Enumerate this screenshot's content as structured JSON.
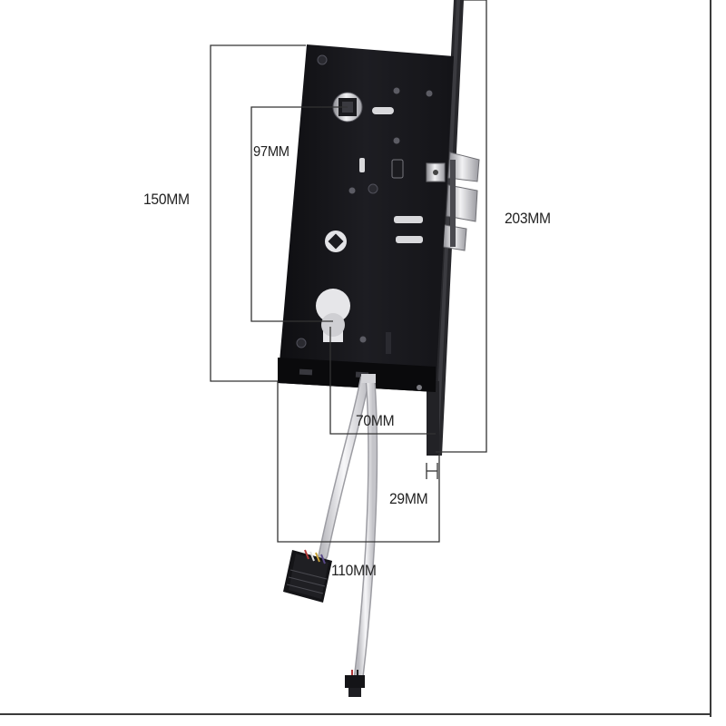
{
  "dimensions": {
    "total_height": "203MM",
    "body_height": "150MM",
    "handle_to_cylinder": "97MM",
    "backset": "70MM",
    "faceplate_offset": "29MM",
    "cable_width": "110MM"
  },
  "colors": {
    "lock_body": "#17171b",
    "faceplate": "#2a2a2e",
    "steel": "#c8c8cc",
    "dimension_line": "#333333",
    "cable": "#e9e9ec",
    "background": "#ffffff"
  }
}
